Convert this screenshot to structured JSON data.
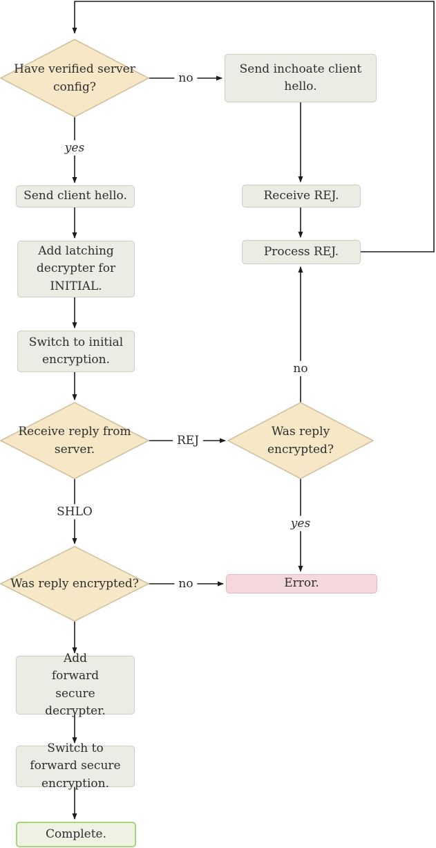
{
  "flowchart": {
    "nodes": {
      "have_verified": {
        "label": "Have verified server config?",
        "shape": "decision"
      },
      "send_inchoate": {
        "label": "Send inchoate client hello.",
        "shape": "process"
      },
      "send_client_hello": {
        "label": "Send client hello.",
        "shape": "process"
      },
      "add_latching": {
        "label": "Add latching decrypter for INITIAL.",
        "shape": "process"
      },
      "switch_initial": {
        "label": "Switch to initial encryption.",
        "shape": "process"
      },
      "receive_rej": {
        "label": "Receive REJ.",
        "shape": "process"
      },
      "process_rej": {
        "label": "Process REJ.",
        "shape": "process"
      },
      "receive_reply": {
        "label": "Receive reply from server.",
        "shape": "decision"
      },
      "was_reply_encrypted_rej": {
        "label": "Was reply encrypted?",
        "shape": "decision"
      },
      "was_reply_encrypted_shlo": {
        "label": "Was reply encrypted?",
        "shape": "decision"
      },
      "error": {
        "label": "Error.",
        "shape": "error"
      },
      "add_forward": {
        "label": "Add forward secure decrypter.",
        "shape": "process"
      },
      "switch_forward": {
        "label": "Switch to forward secure encryption.",
        "shape": "process"
      },
      "complete": {
        "label": "Complete.",
        "shape": "terminal"
      }
    },
    "edges": [
      {
        "from": "have_verified",
        "to": "send_inchoate",
        "label": "no"
      },
      {
        "from": "have_verified",
        "to": "send_client_hello",
        "label": "yes"
      },
      {
        "from": "send_inchoate",
        "to": "receive_rej",
        "label": ""
      },
      {
        "from": "receive_rej",
        "to": "process_rej",
        "label": ""
      },
      {
        "from": "process_rej",
        "to": "have_verified",
        "label": ""
      },
      {
        "from": "send_client_hello",
        "to": "add_latching",
        "label": ""
      },
      {
        "from": "add_latching",
        "to": "switch_initial",
        "label": ""
      },
      {
        "from": "switch_initial",
        "to": "receive_reply",
        "label": ""
      },
      {
        "from": "receive_reply",
        "to": "was_reply_encrypted_rej",
        "label": "REJ"
      },
      {
        "from": "was_reply_encrypted_rej",
        "to": "process_rej",
        "label": "no"
      },
      {
        "from": "was_reply_encrypted_rej",
        "to": "error",
        "label": "yes"
      },
      {
        "from": "receive_reply",
        "to": "was_reply_encrypted_shlo",
        "label": "SHLO"
      },
      {
        "from": "was_reply_encrypted_shlo",
        "to": "error",
        "label": "no"
      },
      {
        "from": "was_reply_encrypted_shlo",
        "to": "add_forward",
        "label": ""
      },
      {
        "from": "add_forward",
        "to": "switch_forward",
        "label": ""
      },
      {
        "from": "switch_forward",
        "to": "complete",
        "label": ""
      }
    ],
    "colors": {
      "decision_fill": "#f6e8c6",
      "decision_border": "#cfc1a0",
      "process_fill": "#eaede3",
      "process_border": "#c9cdc2",
      "error_fill": "#f5d8dc",
      "error_border": "#dfbac0",
      "terminal_fill": "#edf2e3",
      "terminal_border": "#a9d27f",
      "line": "#1c1c1c",
      "text": "#2d2d2d",
      "background": "#ffffff"
    }
  }
}
